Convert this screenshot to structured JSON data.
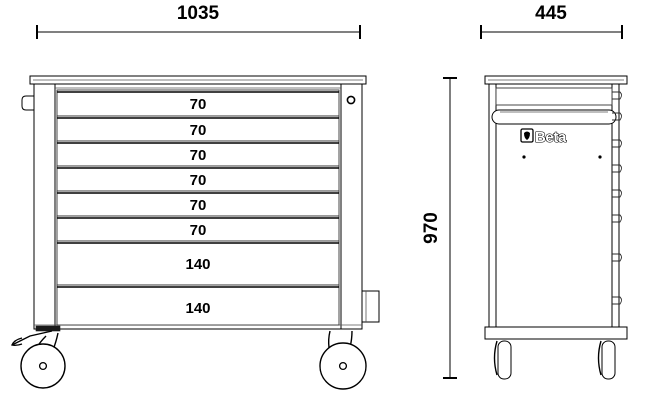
{
  "document": {
    "type": "technical-drawing",
    "title": "Beta roller tool cabinet dimensional drawing",
    "units": "mm",
    "views": [
      "front-view",
      "side-view"
    ]
  },
  "dimensions": {
    "width": {
      "value": "1035",
      "label": "1035",
      "view": "front-view",
      "orientation": "horizontal"
    },
    "depth": {
      "value": "445",
      "label": "445",
      "view": "side-view",
      "orientation": "horizontal"
    },
    "height": {
      "value": "970",
      "label": "970",
      "view": "side-view",
      "orientation": "vertical"
    }
  },
  "front_view": {
    "name": "front-view",
    "drawer_count": 8,
    "drawers": [
      {
        "index": 1,
        "label": "70",
        "height_mm": 70
      },
      {
        "index": 2,
        "label": "70",
        "height_mm": 70
      },
      {
        "index": 3,
        "label": "70",
        "height_mm": 70
      },
      {
        "index": 4,
        "label": "70",
        "height_mm": 70
      },
      {
        "index": 5,
        "label": "70",
        "height_mm": 70
      },
      {
        "index": 6,
        "label": "70",
        "height_mm": 70
      },
      {
        "index": 7,
        "label": "140",
        "height_mm": 140
      },
      {
        "index": 8,
        "label": "140",
        "height_mm": 140
      }
    ],
    "features": {
      "worktop": "worktop",
      "lock": "lock",
      "side_handle": "side-handle",
      "brake_pedal": "brake-pedal",
      "caster_left": "swivel-caster-with-brake",
      "caster_right": "swivel-caster",
      "side_bracket": "side-bracket"
    }
  },
  "side_view": {
    "name": "side-view",
    "brand": "Beta",
    "features": {
      "worktop": "worktop",
      "push_handle": "push-handle",
      "logo": "beta-logo",
      "rivets": 2,
      "drawer_fronts": 8,
      "base": "base-plinth",
      "caster_front": "caster",
      "caster_rear": "caster"
    }
  },
  "colors": {
    "line": "#000000",
    "line_soft": "#555555",
    "background": "#ffffff",
    "text": "#000000"
  }
}
